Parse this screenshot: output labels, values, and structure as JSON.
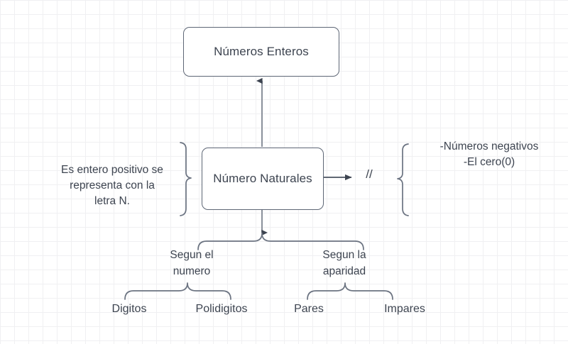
{
  "diagram": {
    "title_node": "Números Enteros",
    "main_node": "Número Naturales",
    "left_description": "Es entero positivo se\nrepresenta con la\nletra N.",
    "right_description": "-Números negativos\n-El cero(0)",
    "slash_symbol": "//",
    "branches": [
      {
        "label": "Segun el\nnumero",
        "children": [
          "Digitos",
          "Polidigitos"
        ]
      },
      {
        "label": "Segun la\naparidad",
        "children": [
          "Pares",
          "Impares"
        ]
      }
    ],
    "leaf_digitos": "Digitos",
    "leaf_polidigitos": "Polidigitos",
    "leaf_pares": "Pares",
    "leaf_impares": "Impares",
    "branch_numero_label": "Segun el\nnumero",
    "branch_aparidad_label": "Segun la\naparidad",
    "colors": {
      "stroke": "#5d6675",
      "text": "#3d4450",
      "background": "#ffffff",
      "grid_minor": "#f0f0f2",
      "grid_major": "#e6e6ea"
    }
  }
}
